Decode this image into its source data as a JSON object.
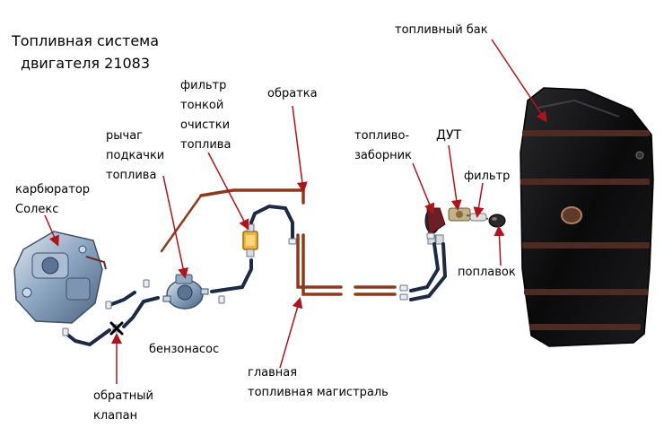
{
  "title": "Топливная система\nдвигателя 21083",
  "labels": {
    "tank": "топливный бак",
    "return": "обратка",
    "fine_filter": "фильтр\nтонкой\nочистки\nтоплива",
    "pump_lever": "рычаг\nподкачки\nтоплива",
    "carburetor": "карбюратор\nСолекс",
    "fuel_pump": "бензонасос",
    "check_valve": "обратный\nклапан",
    "main_line": "главная\nтопливная магистраль",
    "intake": "топливо-\nзаборник",
    "gauge": "ДУТ",
    "filter": "фильтр",
    "float": "поплавок"
  },
  "colors": {
    "pointer": "#b0141b",
    "hose": "#1c2a44",
    "fuel_line": "#8a3b1d",
    "tank_body": "#0b0b0c",
    "tank_strap": "#4e2a22",
    "metal": "#8aa3bf"
  }
}
